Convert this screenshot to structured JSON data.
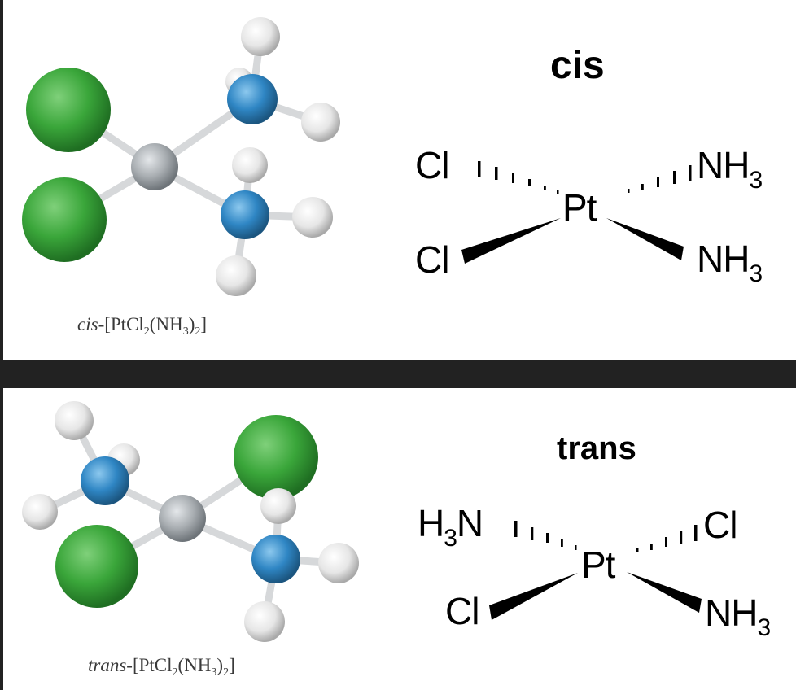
{
  "cis": {
    "label": "cis",
    "caption": {
      "prefix": "cis",
      "formula_start": "-[PtCl",
      "sub1": "2",
      "formula_mid": "(NH",
      "sub2": "3",
      "formula_mid2": ")",
      "sub3": "2",
      "formula_end": "]"
    },
    "atoms": {
      "center": "Pt",
      "upper_left": "Cl",
      "lower_left": "Cl",
      "upper_right": {
        "main": "NH",
        "sub": "3"
      },
      "lower_right": {
        "main": "NH",
        "sub": "3"
      }
    }
  },
  "trans": {
    "label": "trans",
    "caption": {
      "prefix": "trans",
      "formula_start": "-[PtCl",
      "sub1": "2",
      "formula_mid": "(NH",
      "sub2": "3",
      "formula_mid2": ")",
      "sub3": "2",
      "formula_end": "]"
    },
    "atoms": {
      "center": "Pt",
      "upper_left": {
        "pre": "H",
        "sub": "3",
        "main": "N"
      },
      "upper_right": "Cl",
      "lower_left": "Cl",
      "lower_right": {
        "main": "NH",
        "sub": "3"
      }
    }
  },
  "colors": {
    "chlorine": "#3aa63a",
    "nitrogen": "#2f86c4",
    "hydrogen": "#e6e6e6",
    "platinum": "#a9aeb2",
    "bond": "#d6d8da",
    "divider": "#222222"
  }
}
